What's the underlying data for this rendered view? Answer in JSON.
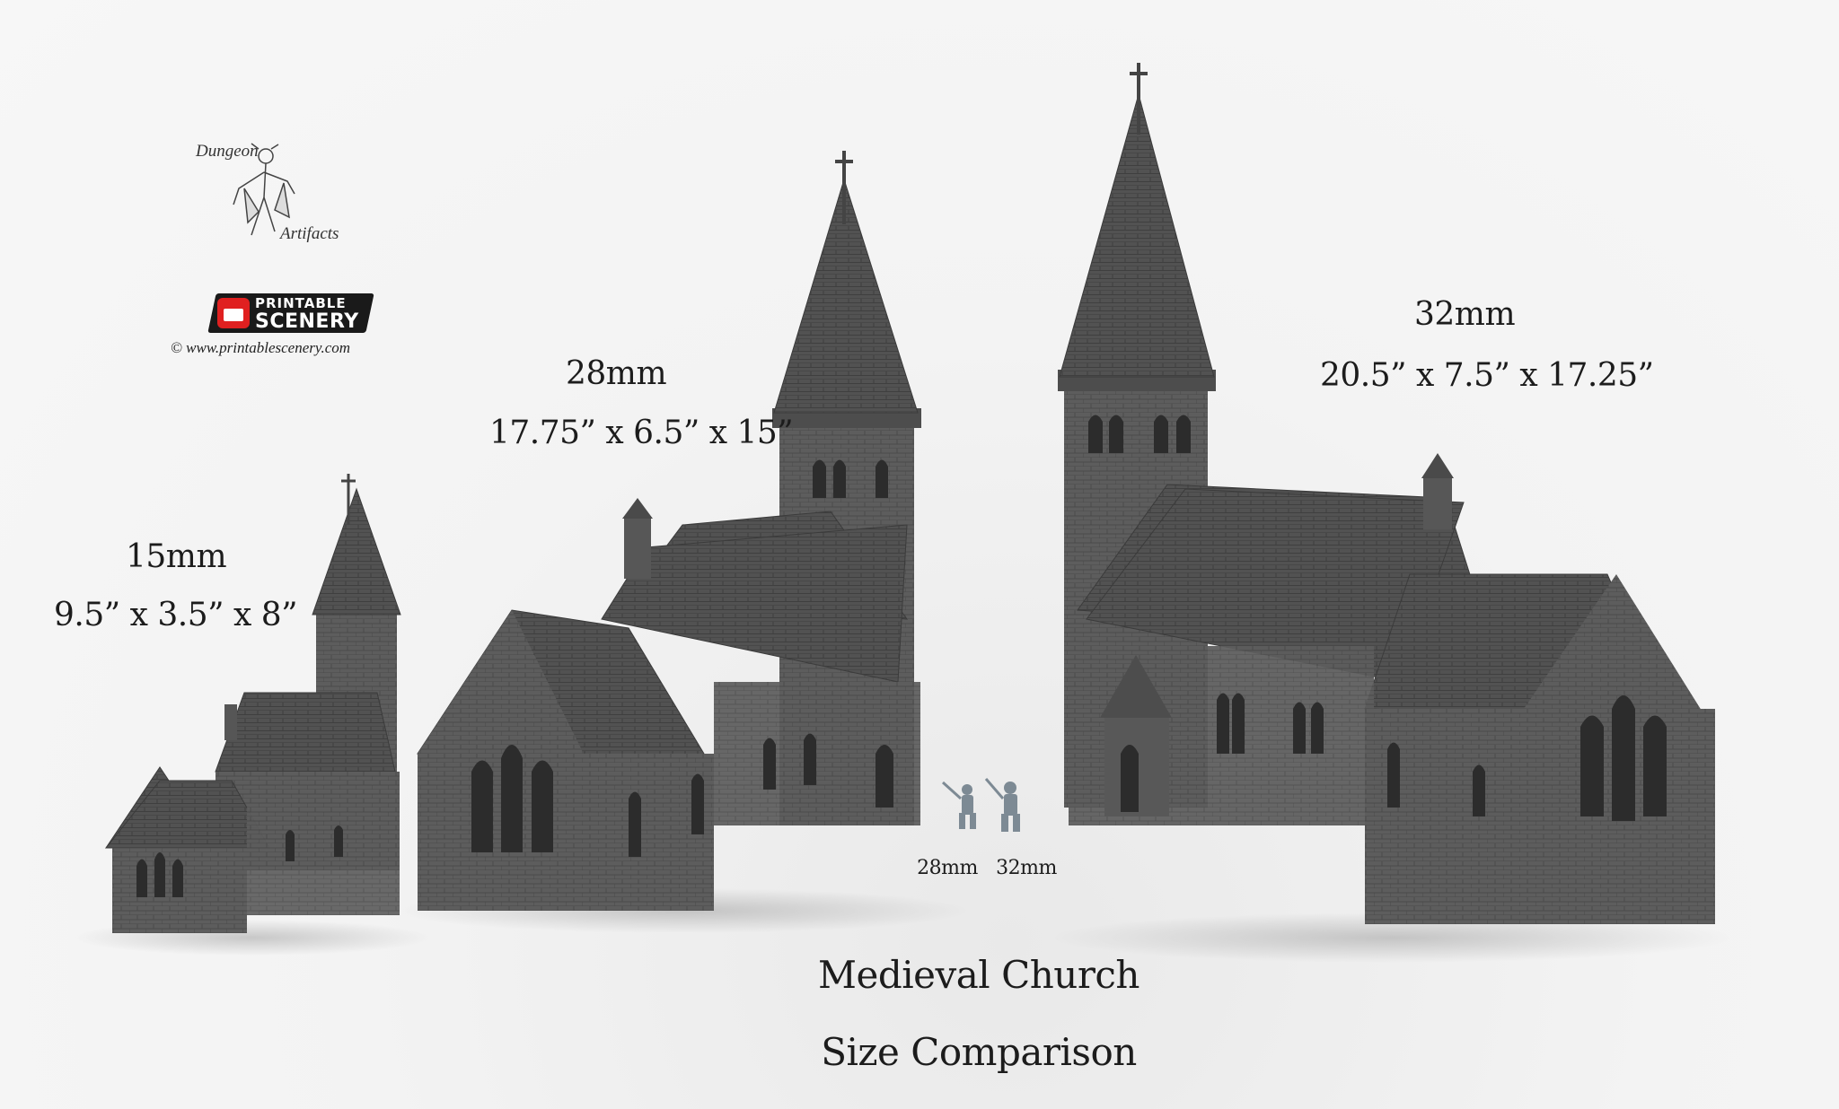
{
  "logos": {
    "dungeon_artifacts": {
      "line1": "Dungeon",
      "line2": "Artifacts"
    },
    "printable_scenery": {
      "line1": "PRINTABLE",
      "line2": "SCENERY",
      "copyright": "© www.printablescenery.com",
      "accent": "#e02020"
    }
  },
  "churches": [
    {
      "scale": "15mm",
      "dims": "9.5” x 3.5” x 8”"
    },
    {
      "scale": "28mm",
      "dims": "17.75” x 6.5” x 15”"
    },
    {
      "scale": "32mm",
      "dims": "20.5” x 7.5” x 17.25”"
    }
  ],
  "miniatures": {
    "label_a": "28mm",
    "label_b": "32mm"
  },
  "title": {
    "line1": "Medieval Church",
    "line2": "Size Comparison"
  },
  "colors": {
    "stone": "#5a5a5a",
    "roof": "#4c4c4c",
    "mini": "#7d8a94"
  }
}
